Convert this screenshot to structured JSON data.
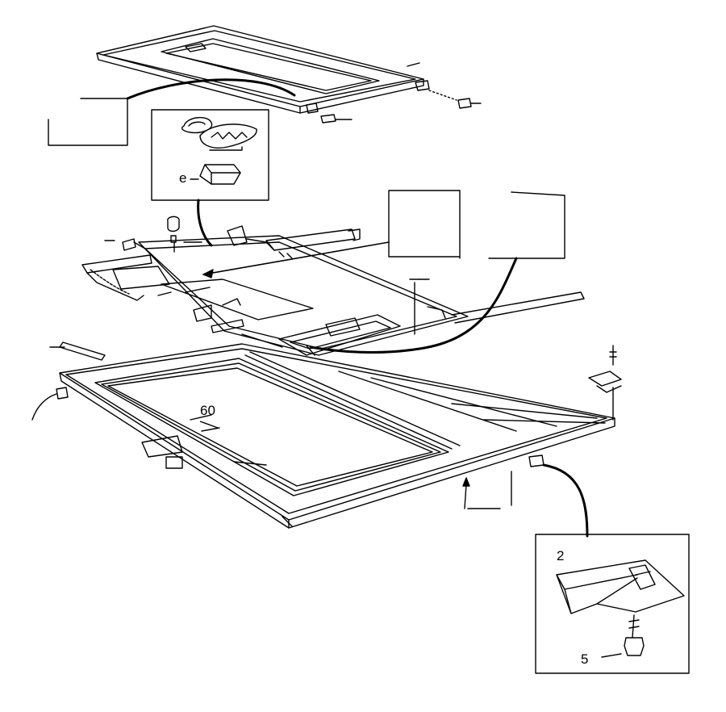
{
  "diagram": {
    "callouts": {
      "center_glass_part": "60",
      "detail_clip_letter": "e",
      "detail_bracket_part": "2",
      "detail_screw_part": "5"
    },
    "colors": {
      "line": "#000000",
      "background": "#ffffff"
    }
  }
}
